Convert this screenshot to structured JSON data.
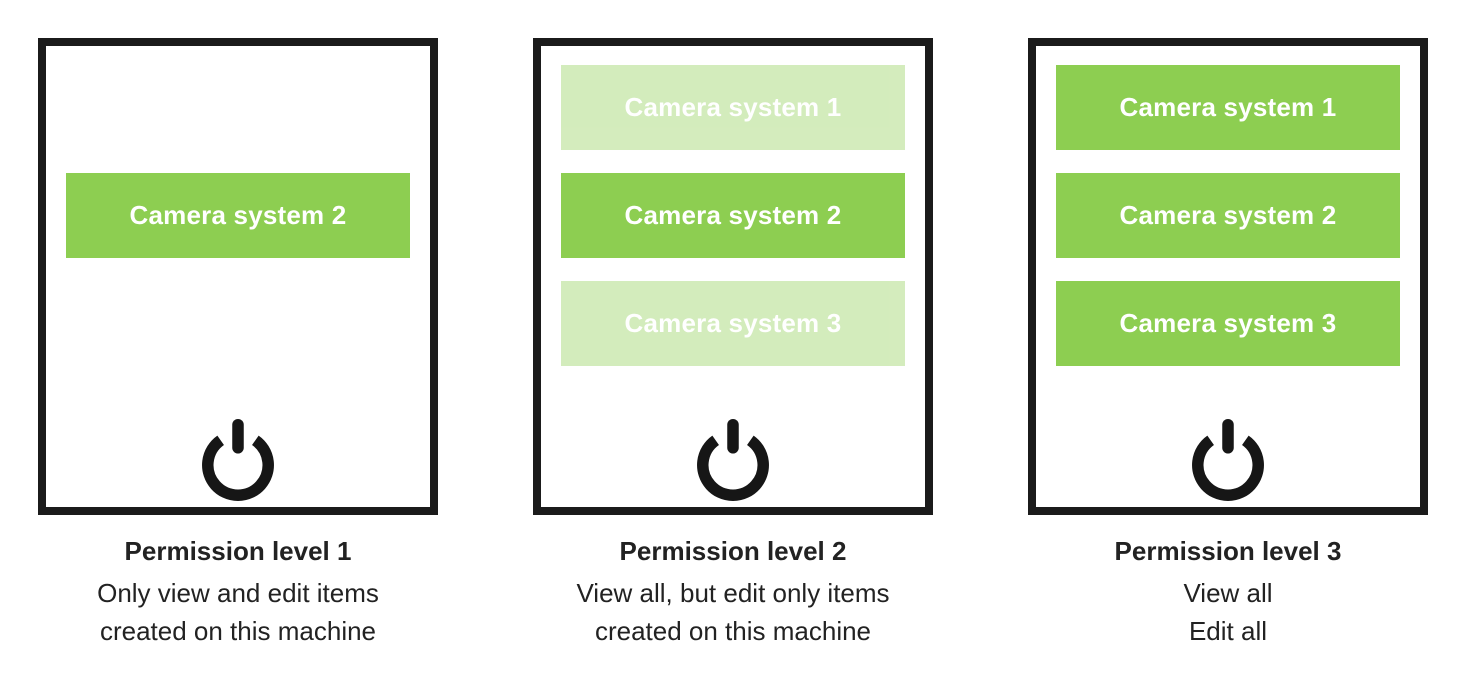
{
  "colors": {
    "accent_green": "#8DCE51",
    "faded_green": "#DCEFCA",
    "panel_border": "#1B1B1B",
    "icon_black": "#161616",
    "text": "#222222",
    "button_text": "#FFFFFF"
  },
  "icons": {
    "power": "power-icon"
  },
  "panels": [
    {
      "caption_title": "Permission level 1",
      "caption_lines": [
        "Only view and edit items",
        "created on this machine"
      ],
      "buttons": [
        {
          "label": "",
          "state": "hidden"
        },
        {
          "label": "Camera system 2",
          "state": "active"
        },
        {
          "label": "",
          "state": "hidden"
        }
      ]
    },
    {
      "caption_title": "Permission level 2",
      "caption_lines": [
        "View all, but edit only items",
        "created on this machine"
      ],
      "buttons": [
        {
          "label": "Camera system 1",
          "state": "faded"
        },
        {
          "label": "Camera system 2",
          "state": "active"
        },
        {
          "label": "Camera system 3",
          "state": "faded"
        }
      ]
    },
    {
      "caption_title": "Permission level 3",
      "caption_lines": [
        "View all",
        "Edit all"
      ],
      "buttons": [
        {
          "label": "Camera system 1",
          "state": "active"
        },
        {
          "label": "Camera system 2",
          "state": "active"
        },
        {
          "label": "Camera system 3",
          "state": "active"
        }
      ]
    }
  ]
}
